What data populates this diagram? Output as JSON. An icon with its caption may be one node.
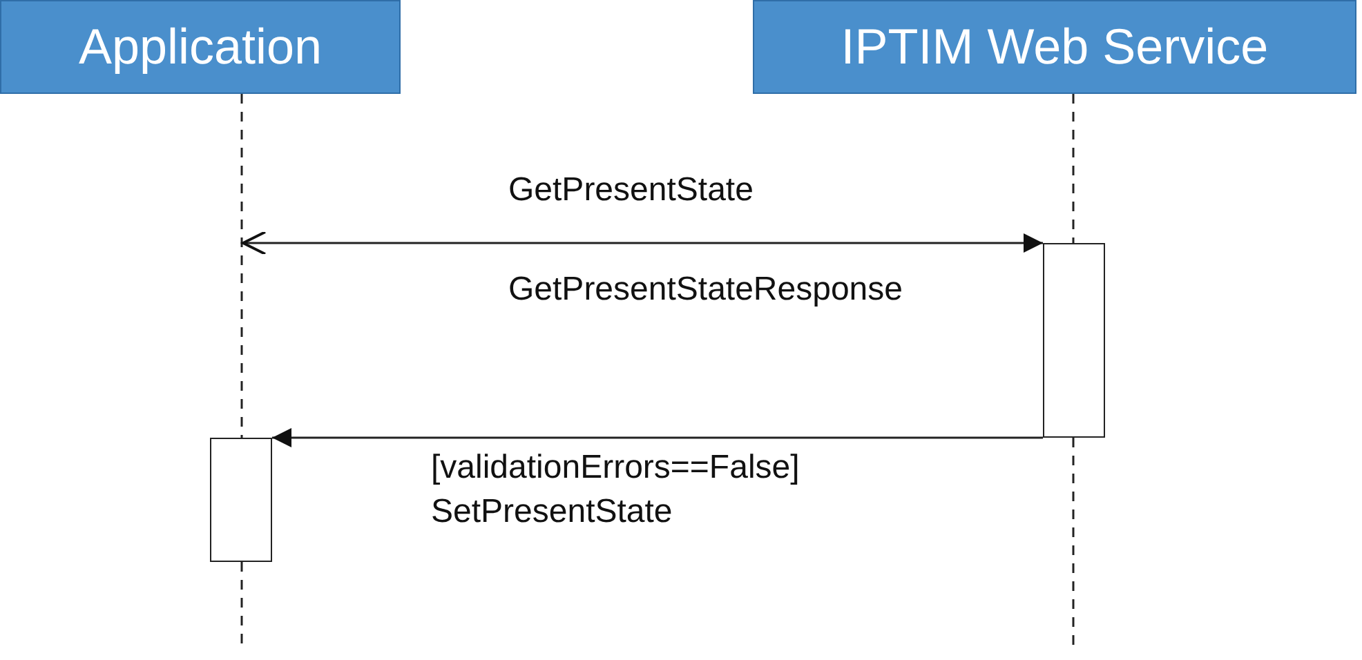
{
  "diagram": {
    "nodes": [
      {
        "text": [
          "Application"
        ]
      },
      {
        "text": [
          "IPTIM Web Service"
        ]
      },
      {
        "text": [],
        "shape": "box"
      },
      {
        "text": [],
        "shape": "box"
      }
    ],
    "edges": [
      {
        "from": 0,
        "to": 3,
        "arrow": "none",
        "style": "dashed"
      },
      {
        "from": 1,
        "to": 2,
        "arrow": "none",
        "style": "dashed"
      },
      {
        "from": null,
        "to": 2,
        "arrow": "both",
        "label": "GetPresentState"
      },
      {
        "from": 2,
        "to": 3,
        "arrow": "to",
        "label": "[validationErrors==False] SetPresentState"
      }
    ],
    "labels": [
      "GetPresentStateResponse"
    ]
  }
}
